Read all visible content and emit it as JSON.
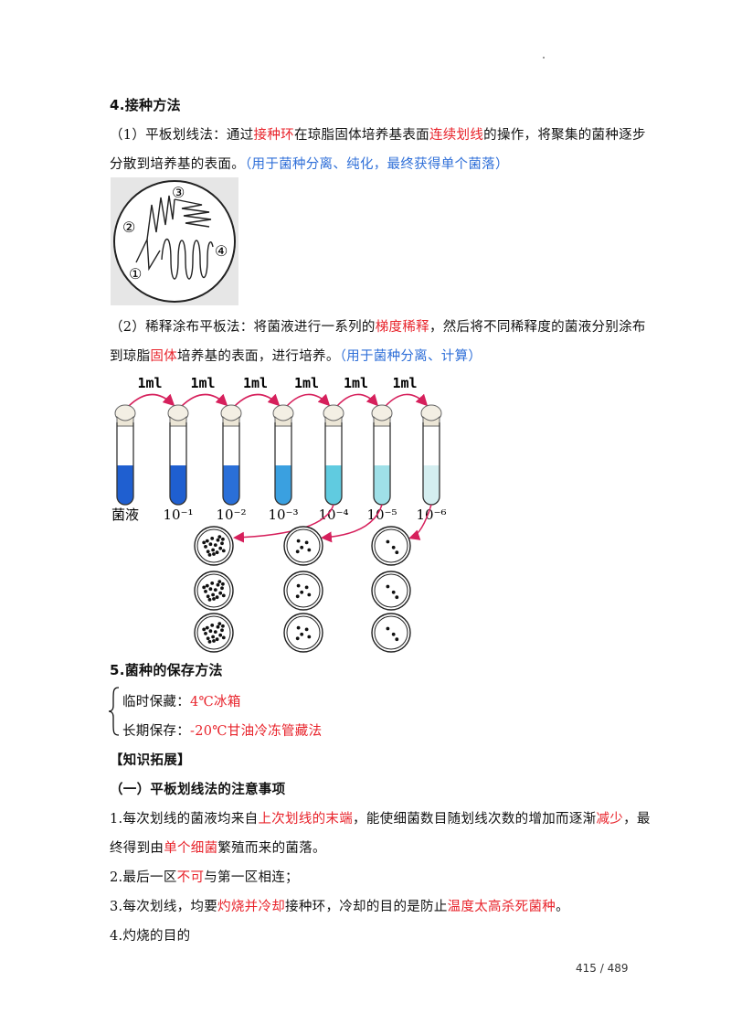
{
  "section4": {
    "heading": "4.接种方法",
    "p1": {
      "a": "（1）平板划线法：通过",
      "b": "接种环",
      "c": "在琼脂固体培养基表面",
      "d": "连续划线",
      "e": "的操作，将聚集的菌种逐步",
      "f": "分散到培养基的表面。",
      "g": "（用于菌种分离、纯化，最终获得单个菌落）"
    },
    "streak_labels": [
      "①",
      "②",
      "③",
      "④"
    ],
    "p2": {
      "a": "（2）稀释涂布平板法：将菌液进行一系列的",
      "b": "梯度稀释",
      "c": "，然后将不同稀释度的菌液分别涂布",
      "d": "到琼脂",
      "e": "固体",
      "f": "培养基的表面，进行培养。",
      "g": "（用于菌种分离、计算）"
    },
    "dilution": {
      "transfer_label": "1ml",
      "tube_labels": [
        "菌液",
        "10⁻¹",
        "10⁻²",
        "10⁻³",
        "10⁻⁴",
        "10⁻⁵",
        "10⁻⁶"
      ],
      "tube_colors": [
        "#1f5fd0",
        "#1f5fd0",
        "#2a6fd8",
        "#3aa0e0",
        "#60cbe0",
        "#9fe0e8",
        "#d4eef0"
      ]
    }
  },
  "section5": {
    "heading": "5.菌种的保存方法",
    "temp_label": "临时保藏：",
    "temp_value": "4℃冰箱",
    "long_label": "长期保存：",
    "long_value": "-20℃甘油冷冻管藏法"
  },
  "ext": {
    "heading": "【知识拓展】",
    "sub": "（一）平板划线法的注意事项",
    "item1": {
      "a": "1.每次划线的菌液均来自",
      "b": "上次划线的末端",
      "c": "，能使细菌数目随划线次数的增加而逐渐",
      "d": "减少",
      "e": "，最",
      "f": "终得到由",
      "g": "单个细菌",
      "h": "繁殖而来的菌落。"
    },
    "item2": {
      "a": "2.最后一区",
      "b": "不可",
      "c": "与第一区相连；"
    },
    "item3": {
      "a": "3.每次划线，均要",
      "b": "灼烧并冷却",
      "c": "接种环，冷却的目的是防止",
      "d": "温度太高杀死菌种",
      "e": "。"
    },
    "item4": "4.灼烧的目的"
  },
  "page_number": "415 / 489"
}
